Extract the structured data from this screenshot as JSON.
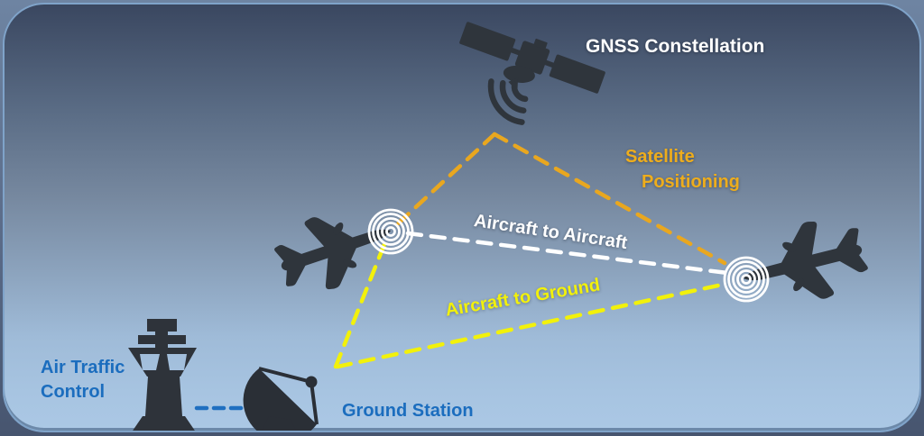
{
  "title": "GNSS aviation communication links diagram",
  "labels": {
    "gnss_constellation": "GNSS Constellation",
    "satellite_positioning_line1": "Satellite",
    "satellite_positioning_line2": "Positioning",
    "aircraft_to_aircraft": "Aircraft to Aircraft",
    "aircraft_to_ground": "Aircraft to Ground",
    "air_traffic_control_line1": "Air Traffic",
    "air_traffic_control_line2": "Control",
    "ground_station": "Ground Station"
  },
  "colors": {
    "satellite_positioning_link": "#e9a71f",
    "aircraft_to_aircraft_link": "#ffffff",
    "aircraft_to_ground_link": "#f2f10b",
    "atc_to_ground_link": "#1f6fc0",
    "icon_silhouette": "#2f353c",
    "label_blue": "#1b6dbe",
    "label_orange": "#eead1c",
    "label_yellow": "#f2f10b",
    "background_top": "#3a4760",
    "background_bottom": "#abc8e5"
  },
  "diagram": {
    "nodes": [
      {
        "id": "gnss-satellite",
        "label": "GNSS Constellation",
        "icon": "satellite"
      },
      {
        "id": "aircraft-left",
        "icon": "airplane"
      },
      {
        "id": "aircraft-right",
        "icon": "airplane"
      },
      {
        "id": "ground-station",
        "label": "Ground Station",
        "icon": "satellite-dish"
      },
      {
        "id": "air-traffic-control",
        "label": "Air Traffic Control",
        "icon": "control-tower"
      }
    ],
    "links": [
      {
        "name": "Satellite Positioning",
        "style": "dashed",
        "color": "#e9a71f",
        "between": [
          "gnss-satellite",
          "aircraft-left",
          "aircraft-right"
        ]
      },
      {
        "name": "Aircraft to Aircraft",
        "style": "dashed",
        "color": "#ffffff",
        "between": [
          "aircraft-left",
          "aircraft-right"
        ]
      },
      {
        "name": "Aircraft to Ground",
        "style": "dashed",
        "color": "#f2f10b",
        "between": [
          "aircraft-left",
          "ground-station",
          "aircraft-right"
        ]
      },
      {
        "name": "ATC ground link",
        "style": "dashed",
        "color": "#1f6fc0",
        "between": [
          "air-traffic-control",
          "ground-station"
        ]
      }
    ]
  }
}
